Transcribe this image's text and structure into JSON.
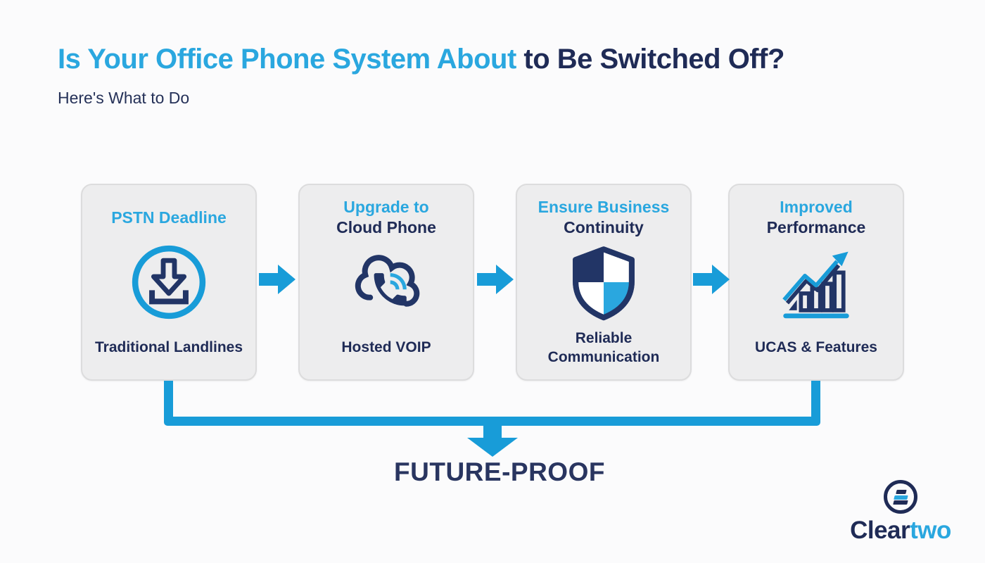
{
  "header": {
    "title_highlight": "Is Your Office Phone System About ",
    "title_rest": "to Be Switched Off?",
    "subtitle": "Here's What to Do"
  },
  "steps": [
    {
      "heading_blue": "PSTN Deadline",
      "caption": "Traditional Landlines",
      "icon": "download-icon"
    },
    {
      "heading_blue": "Upgrade to",
      "heading_navy": "Cloud Phone",
      "caption": "Hosted VOIP",
      "icon": "cloud-phone-icon"
    },
    {
      "heading_blue": "Ensure Business",
      "heading_navy": "Continuity",
      "caption": "Reliable Communication",
      "icon": "shield-icon"
    },
    {
      "heading_blue": "Improved",
      "heading_navy": "Performance",
      "caption": "UCAS & Features",
      "icon": "chart-growth-icon"
    }
  ],
  "flow": {
    "result_label": "FUTURE-PROOF"
  },
  "brand": {
    "name_dark": "Clear",
    "name_light": "two"
  },
  "colors": {
    "accent_blue": "#2aa7df",
    "flow_blue": "#189cd8",
    "navy": "#1f2b56",
    "icon_navy": "#223566",
    "card_bg": "#ededee"
  }
}
